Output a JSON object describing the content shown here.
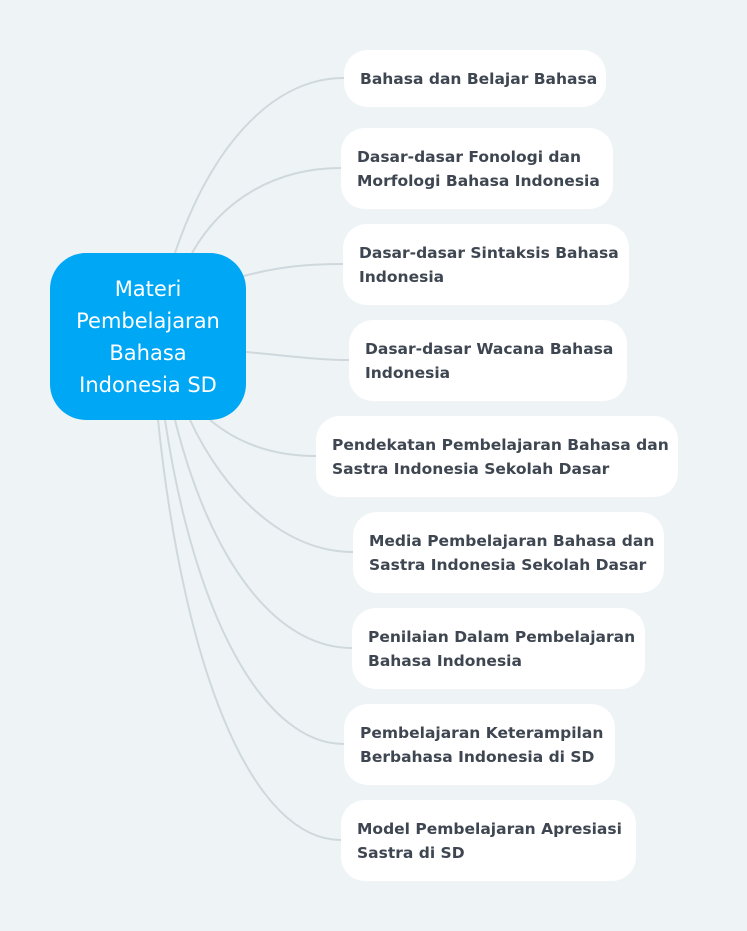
{
  "colors": {
    "background": "#eef4f6",
    "central_node": "#00a7f5",
    "branch_node": "#ffffff",
    "connector": "#cfd8dc",
    "branch_text": "#3e4651"
  },
  "central": {
    "line1": "Materi",
    "line2": "Pembelajaran",
    "line3": "Bahasa",
    "line4": "Indonesia SD"
  },
  "branches": [
    {
      "line1": "Bahasa dan Belajar Bahasa",
      "line2": ""
    },
    {
      "line1": "Dasar-dasar Fonologi dan",
      "line2": "Morfologi Bahasa Indonesia"
    },
    {
      "line1": "Dasar-dasar Sintaksis Bahasa",
      "line2": "Indonesia"
    },
    {
      "line1": "Dasar-dasar Wacana Bahasa",
      "line2": "Indonesia"
    },
    {
      "line1": "Pendekatan Pembelajaran Bahasa dan",
      "line2": "Sastra Indonesia Sekolah Dasar"
    },
    {
      "line1": "Media Pembelajaran Bahasa dan",
      "line2": "Sastra Indonesia Sekolah Dasar"
    },
    {
      "line1": "Penilaian Dalam Pembelajaran",
      "line2": "Bahasa Indonesia"
    },
    {
      "line1": "Pembelajaran Keterampilan",
      "line2": "Berbahasa Indonesia di SD"
    },
    {
      "line1": "Model Pembelajaran Apresiasi",
      "line2": "Sastra di SD"
    }
  ]
}
